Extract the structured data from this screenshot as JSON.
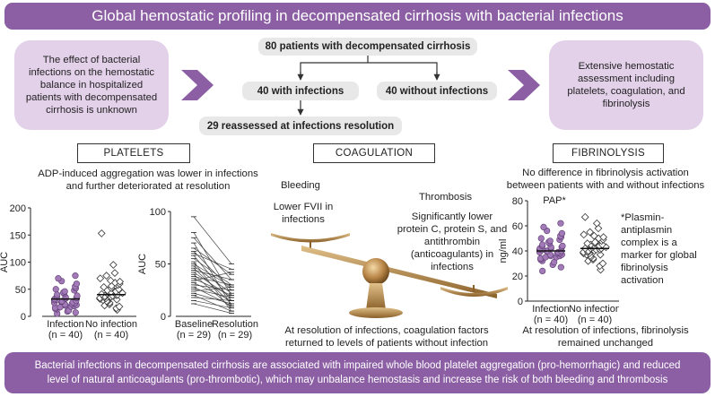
{
  "title": "Global hemostatic profiling in decompensated cirrhosis with bacterial infections",
  "left_box": "The effect of bacterial infections on the hemostatic balance in hospitalized patients with decompensated cirrhosis is unknown",
  "right_box": "Extensive hemostatic assessment including platelets, coagulation, and fibrinolysis",
  "flow": {
    "top": "80 patients with decompensated cirrhosis",
    "with": "40 with infections",
    "without": "40 without infections",
    "reassessed": "29 reassessed at infections resolution"
  },
  "platelets": {
    "heading": "PLATELETS",
    "finding": "ADP-induced aggregation was lower in infections and further deteriorated at resolution"
  },
  "coagulation": {
    "heading": "COAGULATION",
    "bleeding": "Bleeding",
    "fvii": "Lower FVII in infections",
    "thrombosis": "Thrombosis",
    "anticoag": "Significantly lower protein C, protein S, and antithrombin (anticoagulants) in infections",
    "resolution": "At resolution of infections, coagulation factors returned to levels of patients without infection"
  },
  "fibrinolysis": {
    "heading": "FIBRINOLYSIS",
    "finding": "No difference in fibrinolysis activation between patients with and without infections",
    "pap_note": "*Plasmin-antiplasmin complex is a marker for global fibrinolysis activation",
    "resolution": "At resolution of infections, fibrinolysis remained unchanged"
  },
  "conclusion": "Bacterial infections in decompensated cirrhosis are associated with impaired whole blood platelet aggregation (pro-hemorrhagic) and reduced level of natural anticoagulants (pro-thrombotic), which may unbalance hemostasis and increase the risk of both bleeding and thrombosis",
  "colors": {
    "purple": "#8c5fa5",
    "lavender": "#e3d1ea",
    "point_fill": "#a27ab8",
    "gold": "#a4763a"
  },
  "chart_data": [
    {
      "type": "scatter",
      "ylabel": "AUC",
      "ylim": [
        0,
        200
      ],
      "yticks": [
        "0",
        "50",
        "100",
        "150",
        "200"
      ],
      "groups": [
        {
          "label": "Infection",
          "n": "(n = 40)",
          "marker": "circle-filled",
          "median": 32,
          "values": [
            5,
            7,
            9,
            11,
            13,
            14,
            16,
            17,
            18,
            19,
            20,
            21,
            22,
            23,
            24,
            25,
            26,
            27,
            28,
            29,
            30,
            31,
            32,
            33,
            34,
            35,
            36,
            38,
            40,
            42,
            44,
            46,
            48,
            50,
            52,
            55,
            60,
            65,
            70,
            75
          ]
        },
        {
          "label": "No infection",
          "n": "(n = 40)",
          "marker": "diamond-open",
          "median": 40,
          "values": [
            12,
            15,
            18,
            20,
            22,
            25,
            27,
            28,
            30,
            31,
            32,
            33,
            34,
            35,
            36,
            37,
            38,
            39,
            40,
            41,
            42,
            43,
            44,
            45,
            46,
            48,
            50,
            52,
            54,
            56,
            58,
            60,
            62,
            64,
            66,
            70,
            75,
            80,
            95,
            153
          ]
        }
      ]
    },
    {
      "type": "paired",
      "ylabel": "AUC",
      "ylim": [
        0,
        100
      ],
      "yticks": [
        "0",
        "50",
        "100"
      ],
      "groups": [
        {
          "label": "Baseline",
          "n": "(n = 29)"
        },
        {
          "label": "Resolution",
          "n": "(n = 29)"
        }
      ],
      "pairs": [
        [
          95,
          50
        ],
        [
          80,
          20
        ],
        [
          75,
          35
        ],
        [
          70,
          10
        ],
        [
          65,
          40
        ],
        [
          62,
          25
        ],
        [
          60,
          45
        ],
        [
          58,
          15
        ],
        [
          55,
          30
        ],
        [
          52,
          5
        ],
        [
          50,
          28
        ],
        [
          48,
          22
        ],
        [
          46,
          12
        ],
        [
          44,
          35
        ],
        [
          42,
          18
        ],
        [
          40,
          8
        ],
        [
          38,
          30
        ],
        [
          36,
          20
        ],
        [
          34,
          42
        ],
        [
          32,
          15
        ],
        [
          30,
          25
        ],
        [
          28,
          10
        ],
        [
          26,
          18
        ],
        [
          24,
          28
        ],
        [
          22,
          12
        ],
        [
          20,
          5
        ],
        [
          18,
          15
        ],
        [
          15,
          8
        ],
        [
          12,
          3
        ]
      ]
    },
    {
      "type": "scatter",
      "title": "PAP*",
      "ylabel": "ng/ml",
      "ylim": [
        0,
        80
      ],
      "yticks": [
        "0",
        "20",
        "40",
        "60",
        "80"
      ],
      "groups": [
        {
          "label": "Infection",
          "n": "(n = 40)",
          "marker": "circle-filled",
          "median": 40,
          "values": [
            24,
            27,
            29,
            31,
            32,
            33,
            34,
            35,
            35,
            36,
            36,
            37,
            37,
            38,
            38,
            39,
            39,
            40,
            40,
            40,
            41,
            41,
            42,
            42,
            43,
            43,
            44,
            44,
            45,
            46,
            47,
            48,
            49,
            50,
            51,
            52,
            54,
            56,
            59,
            62
          ]
        },
        {
          "label": "No infection",
          "n": "(n = 40)",
          "marker": "diamond-open",
          "median": 42,
          "values": [
            25,
            28,
            30,
            32,
            33,
            34,
            35,
            36,
            37,
            37,
            38,
            38,
            39,
            39,
            40,
            40,
            41,
            41,
            42,
            42,
            42,
            43,
            43,
            44,
            44,
            45,
            45,
            46,
            46,
            47,
            48,
            49,
            50,
            51,
            52,
            53,
            55,
            58,
            62,
            67
          ]
        }
      ]
    }
  ]
}
